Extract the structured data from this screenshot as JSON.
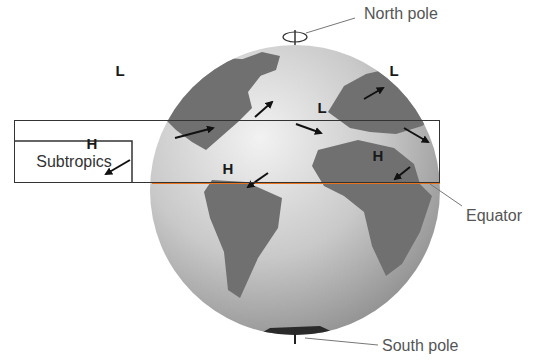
{
  "diagram": {
    "nodes": [
      {
        "text": [
          "Subtropics"
        ]
      }
    ],
    "labels": [
      "North pole",
      "L",
      "L",
      "L",
      "H",
      "H",
      "H",
      "Equator",
      "South pole"
    ]
  }
}
